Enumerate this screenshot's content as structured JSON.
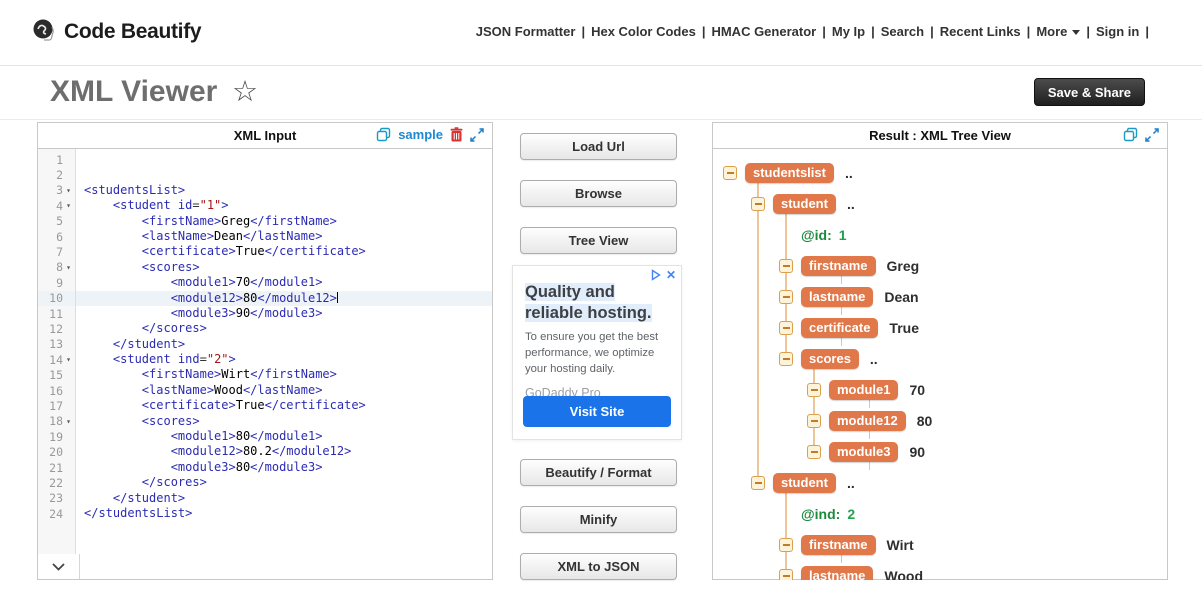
{
  "header": {
    "logo_text": "Code Beautify",
    "nav": [
      {
        "label": "JSON Formatter"
      },
      {
        "label": "Hex Color Codes"
      },
      {
        "label": "HMAC Generator"
      },
      {
        "label": "My Ip"
      },
      {
        "label": "Search"
      },
      {
        "label": "Recent Links"
      },
      {
        "label": "More",
        "caret": true
      },
      {
        "label": "Sign in"
      }
    ]
  },
  "page": {
    "title": "XML Viewer",
    "star": "☆",
    "save_button": "Save & Share"
  },
  "left_panel": {
    "title": "XML Input",
    "sample_link": "sample"
  },
  "editor": {
    "lines": [
      {
        "num": 1,
        "tokens": []
      },
      {
        "num": 2,
        "tokens": []
      },
      {
        "num": 3,
        "fold": true,
        "tokens": [
          [
            "tag",
            "<studentsList>"
          ]
        ]
      },
      {
        "num": 4,
        "fold": true,
        "tokens": [
          [
            "tag",
            "    <student "
          ],
          [
            "attr",
            "id"
          ],
          [
            "plain",
            "="
          ],
          [
            "string",
            "\"1\""
          ],
          [
            "tag",
            ">"
          ]
        ]
      },
      {
        "num": 5,
        "tokens": [
          [
            "tag",
            "        <firstName>"
          ],
          [
            "text",
            "Greg"
          ],
          [
            "tag",
            "</firstName>"
          ]
        ]
      },
      {
        "num": 6,
        "tokens": [
          [
            "tag",
            "        <lastName>"
          ],
          [
            "text",
            "Dean"
          ],
          [
            "tag",
            "</lastName>"
          ]
        ]
      },
      {
        "num": 7,
        "tokens": [
          [
            "tag",
            "        <certificate>"
          ],
          [
            "text",
            "True"
          ],
          [
            "tag",
            "</certificate>"
          ]
        ]
      },
      {
        "num": 8,
        "fold": true,
        "tokens": [
          [
            "tag",
            "        <scores>"
          ]
        ]
      },
      {
        "num": 9,
        "tokens": [
          [
            "tag",
            "            <module1>"
          ],
          [
            "text",
            "70"
          ],
          [
            "tag",
            "</module1>"
          ]
        ]
      },
      {
        "num": 10,
        "active": true,
        "cursor": true,
        "tokens": [
          [
            "tag",
            "            <module12>"
          ],
          [
            "text",
            "80"
          ],
          [
            "tag",
            "</module12>"
          ]
        ]
      },
      {
        "num": 11,
        "tokens": [
          [
            "tag",
            "            <module3>"
          ],
          [
            "text",
            "90"
          ],
          [
            "tag",
            "</module3>"
          ]
        ]
      },
      {
        "num": 12,
        "tokens": [
          [
            "tag",
            "        </scores>"
          ]
        ]
      },
      {
        "num": 13,
        "tokens": [
          [
            "tag",
            "    </student>"
          ]
        ]
      },
      {
        "num": 14,
        "fold": true,
        "tokens": [
          [
            "tag",
            "    <student "
          ],
          [
            "attr",
            "ind"
          ],
          [
            "plain",
            "="
          ],
          [
            "string",
            "\"2\""
          ],
          [
            "tag",
            ">"
          ]
        ]
      },
      {
        "num": 15,
        "tokens": [
          [
            "tag",
            "        <firstName>"
          ],
          [
            "text",
            "Wirt"
          ],
          [
            "tag",
            "</firstName>"
          ]
        ]
      },
      {
        "num": 16,
        "tokens": [
          [
            "tag",
            "        <lastName>"
          ],
          [
            "text",
            "Wood"
          ],
          [
            "tag",
            "</lastName>"
          ]
        ]
      },
      {
        "num": 17,
        "tokens": [
          [
            "tag",
            "        <certificate>"
          ],
          [
            "text",
            "True"
          ],
          [
            "tag",
            "</certificate>"
          ]
        ]
      },
      {
        "num": 18,
        "fold": true,
        "tokens": [
          [
            "tag",
            "        <scores>"
          ]
        ]
      },
      {
        "num": 19,
        "tokens": [
          [
            "tag",
            "            <module1>"
          ],
          [
            "text",
            "80"
          ],
          [
            "tag",
            "</module1>"
          ]
        ]
      },
      {
        "num": 20,
        "tokens": [
          [
            "tag",
            "            <module12>"
          ],
          [
            "text",
            "80.2"
          ],
          [
            "tag",
            "</module12>"
          ]
        ]
      },
      {
        "num": 21,
        "tokens": [
          [
            "tag",
            "            <module3>"
          ],
          [
            "text",
            "80"
          ],
          [
            "tag",
            "</module3>"
          ]
        ]
      },
      {
        "num": 22,
        "tokens": [
          [
            "tag",
            "        </scores>"
          ]
        ]
      },
      {
        "num": 23,
        "tokens": [
          [
            "tag",
            "    </student>"
          ]
        ]
      },
      {
        "num": 24,
        "tokens": [
          [
            "tag",
            "</studentsList>"
          ]
        ]
      }
    ]
  },
  "tools": {
    "top_buttons": [
      "Load Url",
      "Browse",
      "Tree View"
    ],
    "bottom_buttons": [
      "Beautify / Format",
      "Minify",
      "XML to JSON"
    ]
  },
  "ad": {
    "title": "Quality and reliable hosting.",
    "body": "To ensure you get the best performance, we optimize your hosting daily.",
    "advertiser": "GoDaddy Pro",
    "cta": "Visit Site"
  },
  "right_panel": {
    "title": "Result : XML Tree View"
  },
  "tree": {
    "nodes": [
      {
        "depth": 0,
        "label": "studentslist",
        "value": ".."
      },
      {
        "depth": 1,
        "label": "student",
        "value": ".."
      },
      {
        "depth": 2,
        "attr": "@id:",
        "value": "1"
      },
      {
        "depth": 2,
        "label": "firstname",
        "value": "Greg"
      },
      {
        "depth": 2,
        "label": "lastname",
        "value": "Dean"
      },
      {
        "depth": 2,
        "label": "certificate",
        "value": "True"
      },
      {
        "depth": 2,
        "label": "scores",
        "value": ".."
      },
      {
        "depth": 3,
        "label": "module1",
        "value": "70"
      },
      {
        "depth": 3,
        "label": "module12",
        "value": "80"
      },
      {
        "depth": 3,
        "label": "module3",
        "value": "90"
      },
      {
        "depth": 1,
        "label": "student",
        "value": ".."
      },
      {
        "depth": 2,
        "attr": "@ind:",
        "value": "2"
      },
      {
        "depth": 2,
        "label": "firstname",
        "value": "Wirt"
      },
      {
        "depth": 2,
        "label": "lastname",
        "value": "Wood"
      }
    ]
  },
  "colors": {
    "badge": "#e0784a",
    "attr_green": "#1e8e3e",
    "link_blue": "#1e88d2",
    "icon_teal": "#1a9bc7",
    "trash_red": "#d63333",
    "ad_blue": "#1a73e8",
    "save_dark": "#2e2e2e"
  }
}
